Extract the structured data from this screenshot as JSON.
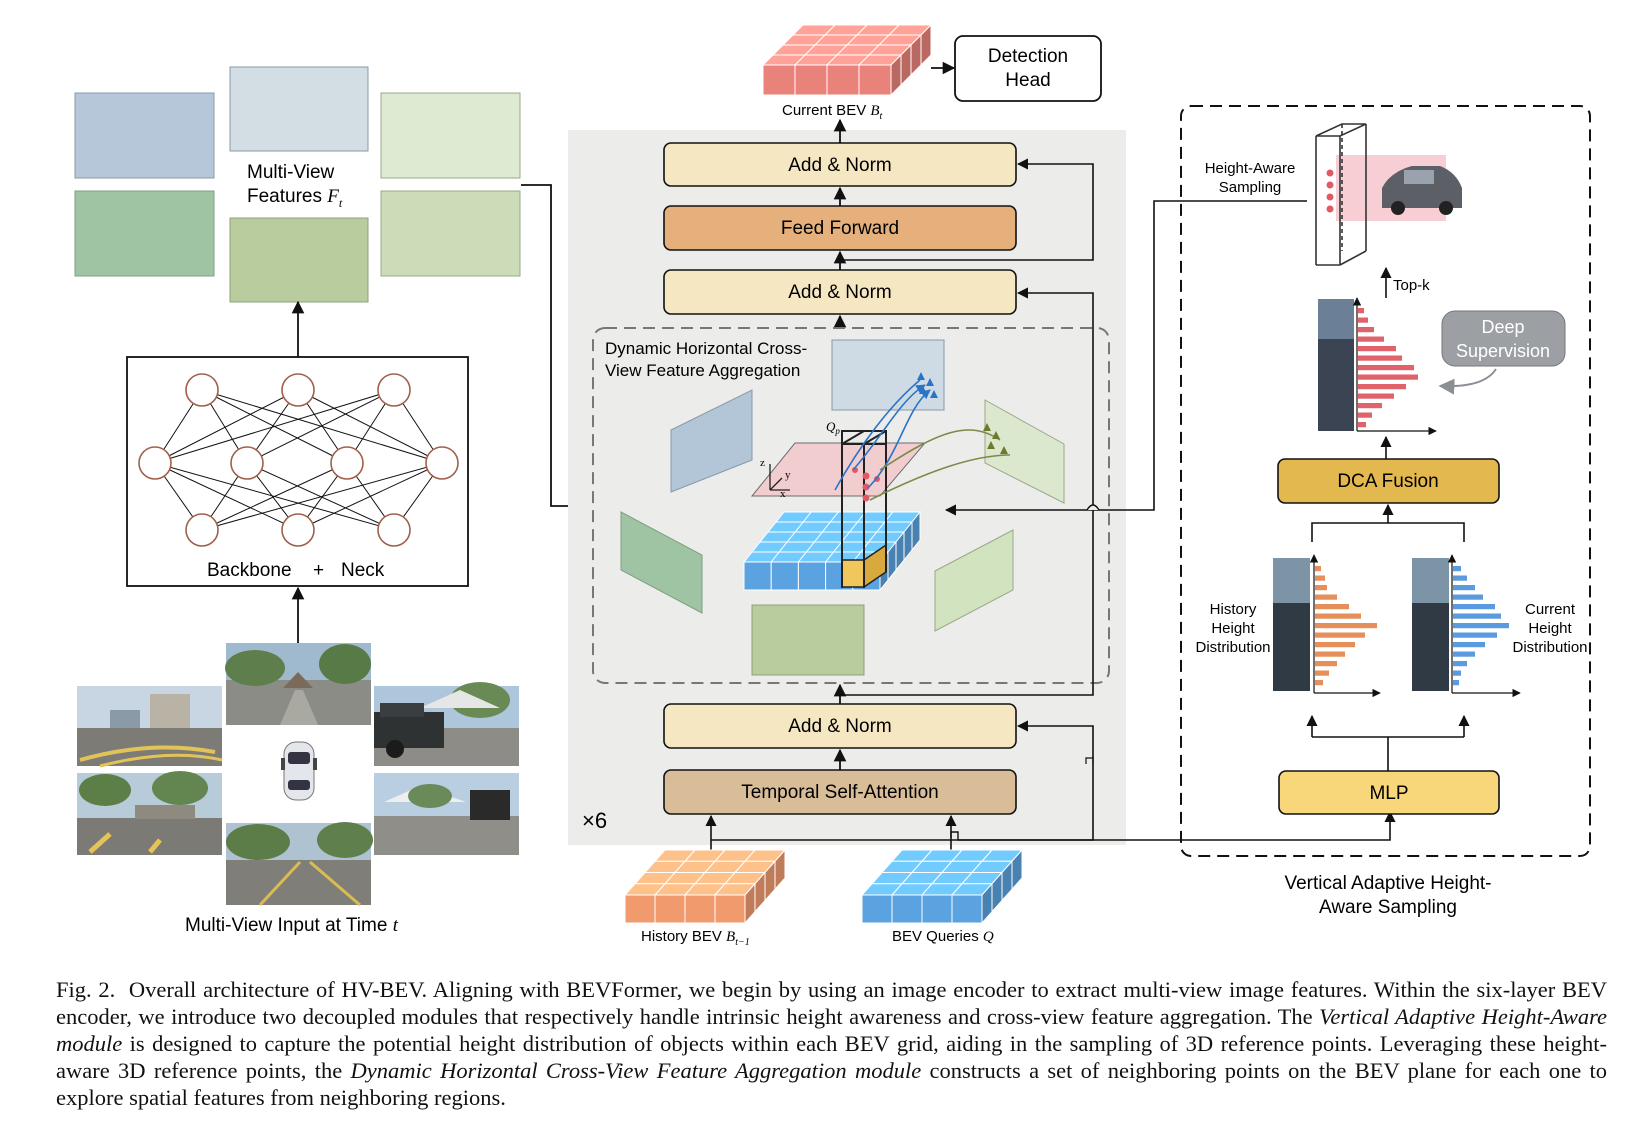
{
  "figure": {
    "left": {
      "features_label_1": "Multi-View",
      "features_label_2": "Features",
      "features_symbol": "F",
      "features_sub": "t",
      "backbone": "Backbone",
      "plus": "+",
      "neck": "Neck",
      "input_label": "Multi-View Input at Time",
      "input_symbol": "t"
    },
    "encoder": {
      "repeat": "×6",
      "current_bev": "Current BEV",
      "current_bev_symbol": "B",
      "current_bev_sub": "t",
      "detection_head_1": "Detection",
      "detection_head_2": "Head",
      "add_norm_top": "Add & Norm",
      "feed_forward": "Feed Forward",
      "add_norm_mid": "Add & Norm",
      "dhcva_title_1": "Dynamic Horizontal Cross-",
      "dhcva_title_2": "View Feature Aggregation",
      "qp_symbol": "Q",
      "qp_sub": "p",
      "axis_z": "z",
      "axis_y": "y",
      "axis_x": "x",
      "add_norm_bottom": "Add & Norm",
      "temporal_self_attention": "Temporal Self-Attention",
      "history_bev": "History BEV",
      "history_bev_symbol": "B",
      "history_bev_sub": "t−1",
      "bev_queries": "BEV Queries",
      "bev_queries_symbol": "Q"
    },
    "vahs": {
      "height_aware_1": "Height-Aware",
      "height_aware_2": "Sampling",
      "topk": "Top-k",
      "deep_supervision_1": "Deep",
      "deep_supervision_2": "Supervision",
      "dca_fusion": "DCA Fusion",
      "history_1": "History",
      "history_2": "Height",
      "history_3": "Distribution",
      "current_1": "Current",
      "current_2": "Height",
      "current_3": "Distribution",
      "mlp": "MLP",
      "title_1": "Vertical Adaptive Height-",
      "title_2": "Aware Sampling"
    },
    "colors": {
      "add_norm": "#f6e7c3",
      "feed_forward": "#e5b07c",
      "temporal": "#d9bd99",
      "dca": "#e3b84f",
      "mlp": "#f7d77a",
      "bev_current": "#e9827a",
      "bev_history": "#f09a6e",
      "bev_queries": "#5aa2e0",
      "panel": "#ececea"
    }
  },
  "caption": {
    "fig_label": "Fig. 2.",
    "p1": "Overall architecture of HV-BEV. Aligning with BEVFormer, we begin by using an image encoder to extract multi-view image features. Within the six-layer BEV encoder, we introduce two decoupled modules that respectively handle intrinsic height awareness and cross-view feature aggregation. The",
    "i1": "Vertical Adaptive Height-Aware module",
    "p2": "is designed to capture the potential height distribution of objects within each BEV grid, aiding in the sampling of 3D reference points. Leveraging these height-aware 3D reference points, the",
    "i2": "Dynamic Horizontal Cross-View Feature Aggregation module",
    "p3": "constructs a set of neighboring points on the BEV plane for each one to explore spatial features from neighboring regions."
  }
}
